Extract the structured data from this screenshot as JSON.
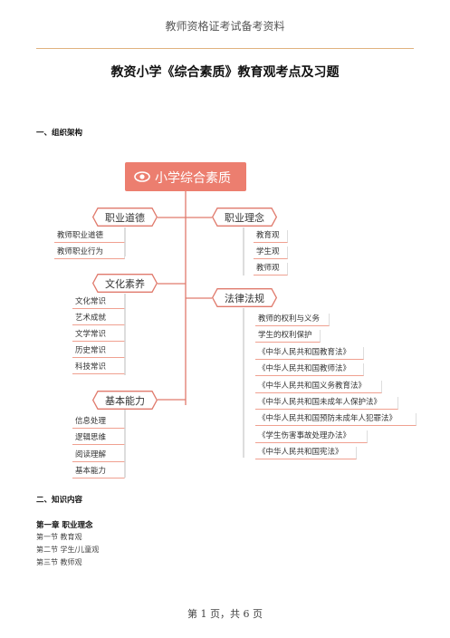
{
  "header": {
    "text": "教师资格证考试备考资料"
  },
  "title": "教资小学《综合素质》教育观考点及习题",
  "section1": "一、组织架构",
  "mindmap": {
    "root": "小学综合素质",
    "branches": {
      "ethics": {
        "label": "职业道德",
        "items": [
          "教师职业道德",
          "教师职业行为"
        ]
      },
      "concept": {
        "label": "职业理念",
        "items": [
          "教育观",
          "学生观",
          "教师观"
        ]
      },
      "culture": {
        "label": "文化素养",
        "items": [
          "文化常识",
          "艺术成就",
          "文学常识",
          "历史常识",
          "科技常识"
        ]
      },
      "law": {
        "label": "法律法规",
        "items": [
          "教师的权利与义务",
          "学生的权利保护",
          "《中华人民共和国教育法》",
          "《中华人民共和国教师法》",
          "《中华人民共和国义务教育法》",
          "《中华人民共和国未成年人保护法》",
          "《中华人民共和国预防未成年人犯罪法》",
          "《学生伤害事故处理办法》",
          "《中华人民共和国宪法》"
        ]
      },
      "ability": {
        "label": "基本能力",
        "items": [
          "信息处理",
          "逻辑思维",
          "阅读理解",
          "基本能力"
        ]
      }
    },
    "colors": {
      "accent": "#ec7e6f",
      "line": "#e07a6c"
    }
  },
  "section2": "二、知识内容",
  "chapter1": {
    "heading": "第一章  职业理念",
    "sections": [
      "第一节  教育观",
      "第二节  学生/儿童观",
      "第三节  教师观"
    ]
  },
  "footer": "第  1  页，共  6  页"
}
